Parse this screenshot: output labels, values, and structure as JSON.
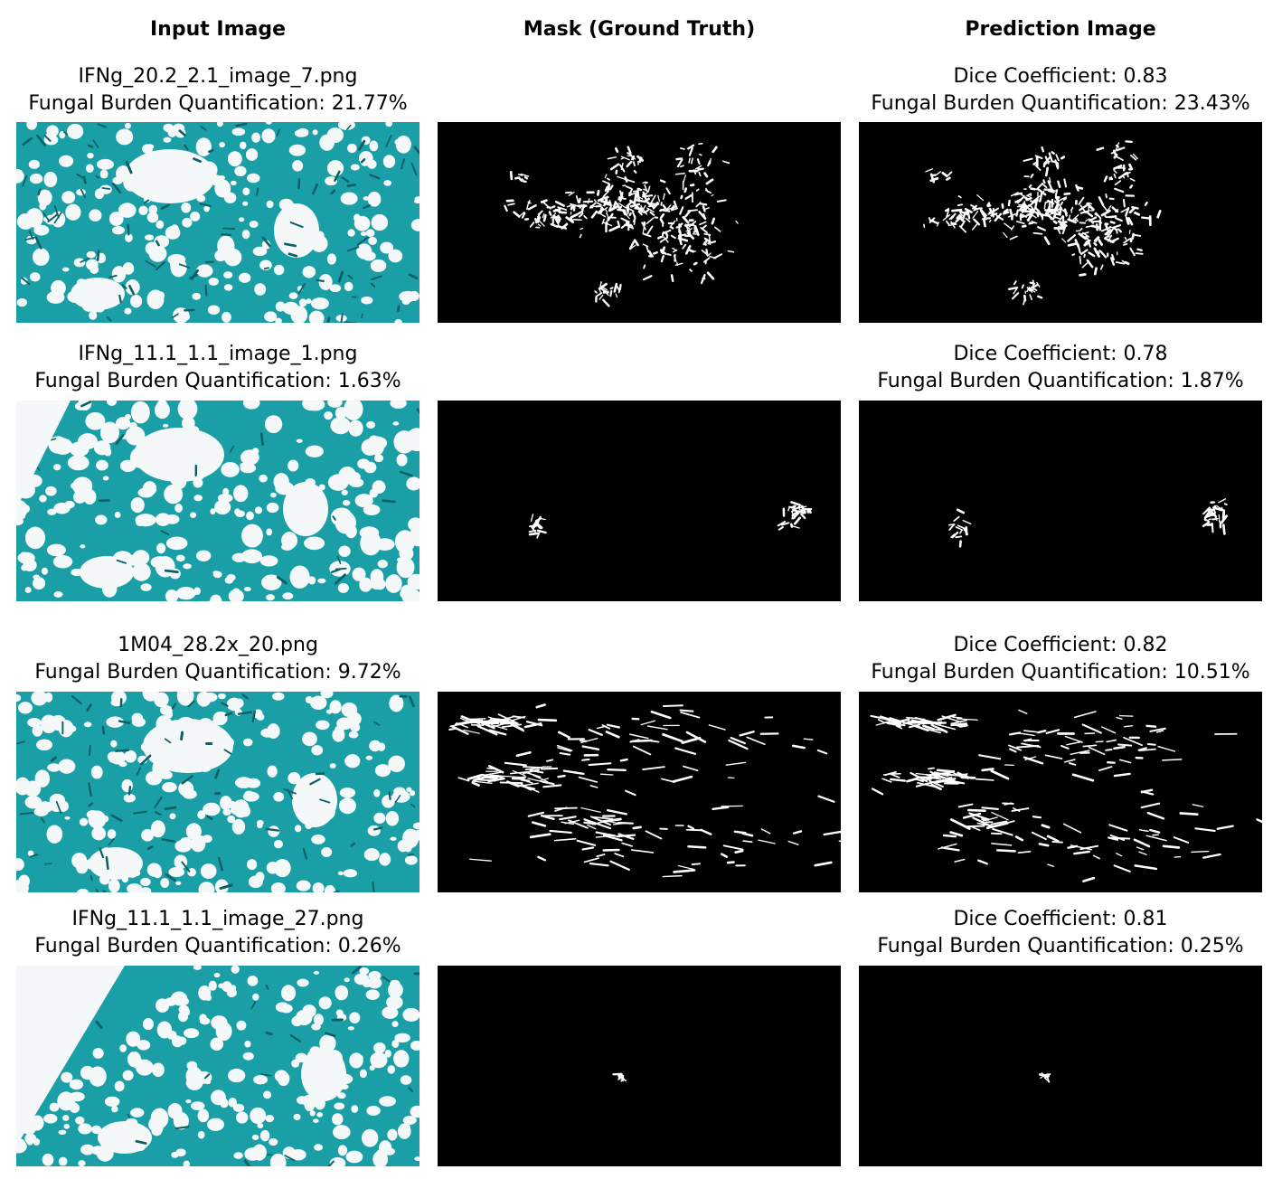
{
  "headers": {
    "input": "Input Image",
    "mask": "Mask (Ground Truth)",
    "prediction": "Prediction Image"
  },
  "colors": {
    "tissue_stain": "#1a9fa6",
    "tissue_dark": "#0d5f66",
    "background": "#f4f8f8",
    "mask_bg": "#000000",
    "mask_fg": "#ffffff"
  },
  "rows": [
    {
      "filename": "IFNg_20.2_2.1_image_7.png",
      "gt_burden": "Fungal Burden Quantification: 21.77%",
      "dice": "Dice Coefficient: 0.83",
      "pred_burden": "Fungal Burden Quantification: 23.43%"
    },
    {
      "filename": "IFNg_11.1_1.1_image_1.png",
      "gt_burden": "Fungal Burden Quantification: 1.63%",
      "dice": "Dice Coefficient: 0.78",
      "pred_burden": "Fungal Burden Quantification: 1.87%"
    },
    {
      "filename": "1M04_28.2x_20.png",
      "gt_burden": "Fungal Burden Quantification: 9.72%",
      "dice": "Dice Coefficient: 0.82",
      "pred_burden": "Fungal Burden Quantification: 10.51%"
    },
    {
      "filename": "IFNg_11.1_1.1_image_27.png",
      "gt_burden": "Fungal Burden Quantification: 0.26%",
      "dice": "Dice Coefficient: 0.81",
      "pred_burden": "Fungal Burden Quantification: 0.25%"
    }
  ]
}
